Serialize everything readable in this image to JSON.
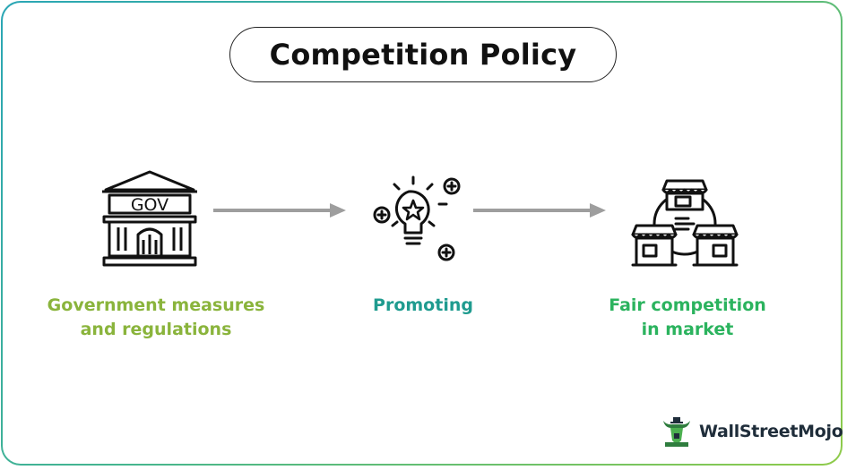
{
  "title": "Competition Policy",
  "steps": [
    {
      "icon": "government-building-icon",
      "lines": [
        "Government measures",
        "and regulations"
      ],
      "color": "#8ab43c"
    },
    {
      "icon": "idea-bulb-icon",
      "lines": [
        "Promoting"
      ],
      "color": "#1f9b8f"
    },
    {
      "icon": "market-shops-icon",
      "lines": [
        "Fair competition",
        "in market"
      ],
      "color": "#2bb35e"
    }
  ],
  "building_sign": "GOV",
  "arrow_color": "#9e9e9e",
  "border_gradient": [
    "#2aa6b5",
    "#8fcb4a"
  ],
  "logo": {
    "text": "WallStreetMojo",
    "icon": "bull-logo-icon"
  }
}
